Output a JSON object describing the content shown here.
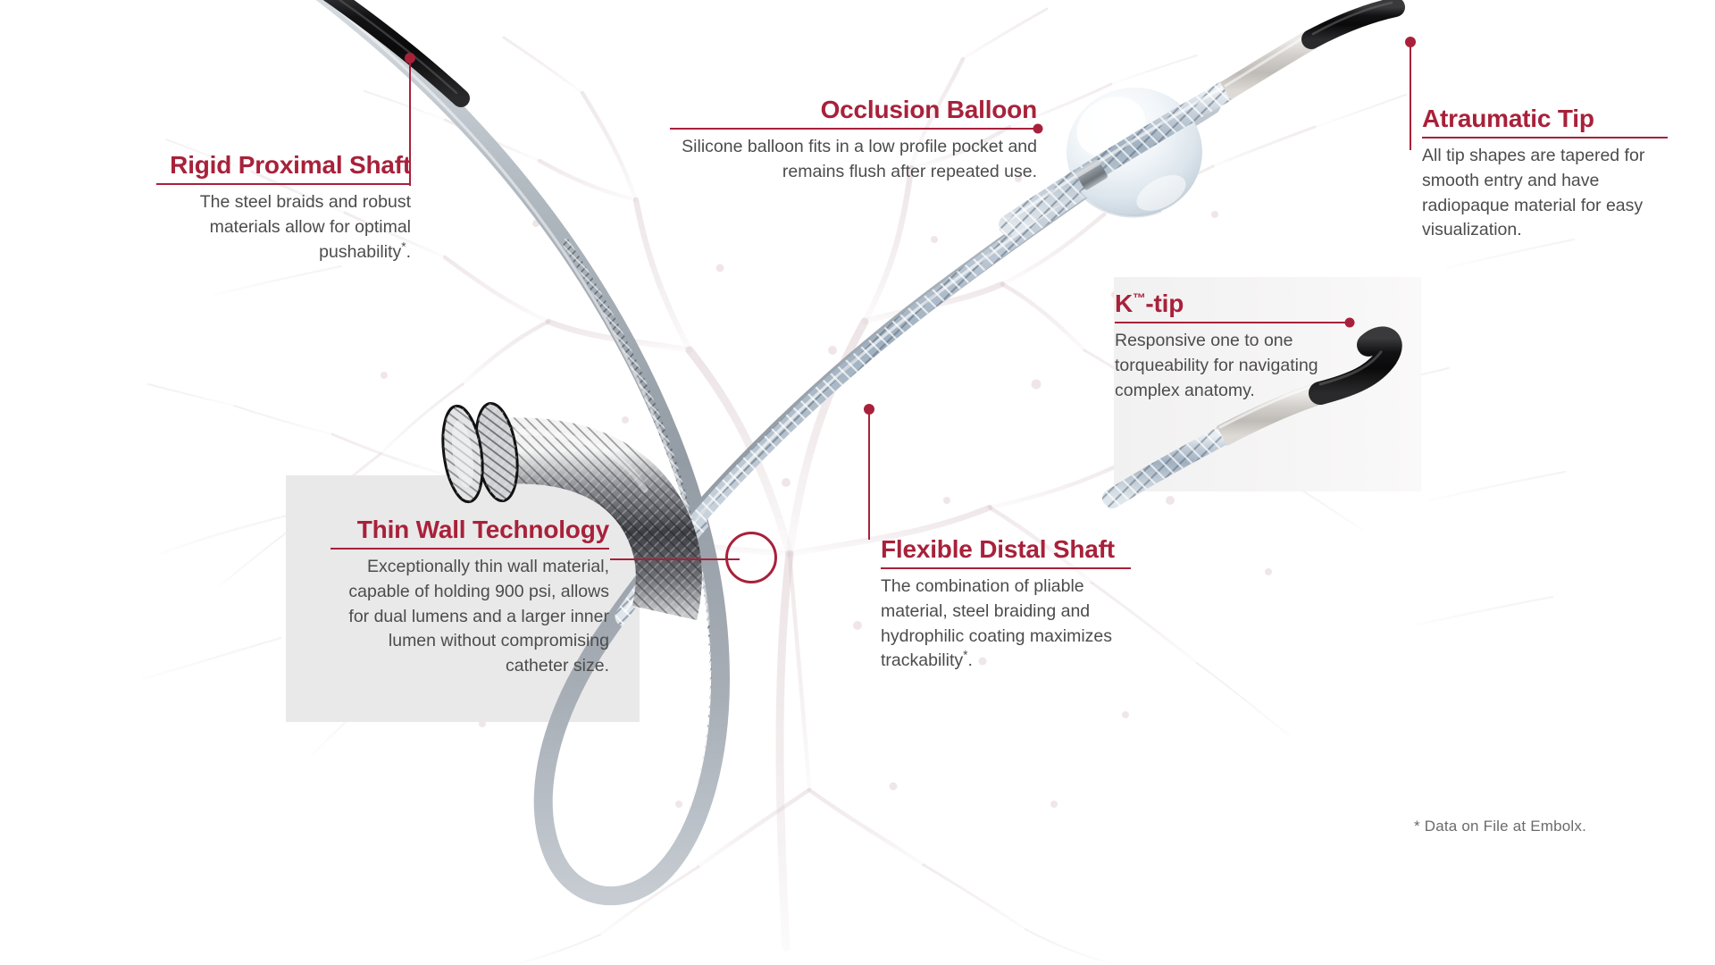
{
  "figure": {
    "subject": "balloon occlusion microcatheter",
    "accent_color": "#a8213a",
    "body_text_color": "#4c4c4c",
    "panel_color": "#e9e9e9",
    "background_color": "#ffffff"
  },
  "callouts": [
    {
      "id": "rigid-proximal-shaft",
      "title": "Rigid Proximal Shaft",
      "body": "The steel braids and robust materials allow for optimal pushability",
      "footnote_marker": "*",
      "body_suffix": ".",
      "align": "right"
    },
    {
      "id": "occlusion-balloon",
      "title": "Occlusion Balloon",
      "body": "Silicone balloon fits in a low profile pocket and remains flush after repeated use.",
      "align": "right"
    },
    {
      "id": "atraumatic-tip",
      "title": "Atraumatic Tip",
      "body": "All tip shapes are tapered for smooth entry and have radiopaque material for easy visualization.",
      "align": "left"
    },
    {
      "id": "k-tip",
      "title_main": "K",
      "title_tm": "™",
      "title_suffix": "-tip",
      "title": "K™-tip",
      "body": "Responsive one to one torqueability for navigating complex anatomy.",
      "align": "left"
    },
    {
      "id": "thin-wall-technology",
      "title": "Thin Wall Technology",
      "body": "Exceptionally thin wall material, capable of holding 900 psi, allows for dual lumens and a larger inner lumen without compromising catheter size.",
      "align": "right"
    },
    {
      "id": "flexible-distal-shaft",
      "title": "Flexible Distal Shaft",
      "body": "The combination of pliable material, steel braiding and hydrophilic coating maximizes trackability",
      "footnote_marker": "*",
      "body_suffix": ".",
      "align": "left"
    }
  ],
  "footnote": {
    "text": "* Data on File at Embolx."
  },
  "device_parts": {
    "proximal_black_shaft": "black proximal shaft",
    "gray_mid_shaft": "gray braided mid shaft",
    "braided_distal_shaft": "steel braided distal shaft",
    "balloon": "silicone occlusion balloon",
    "marker_band": "radiopaque marker band",
    "atraumatic_tip": "black atraumatic tip",
    "k_tip_inset": "K-tip angled tip inset photo",
    "thin_wall_inset": "thin wall cross-section cutaway inset"
  }
}
